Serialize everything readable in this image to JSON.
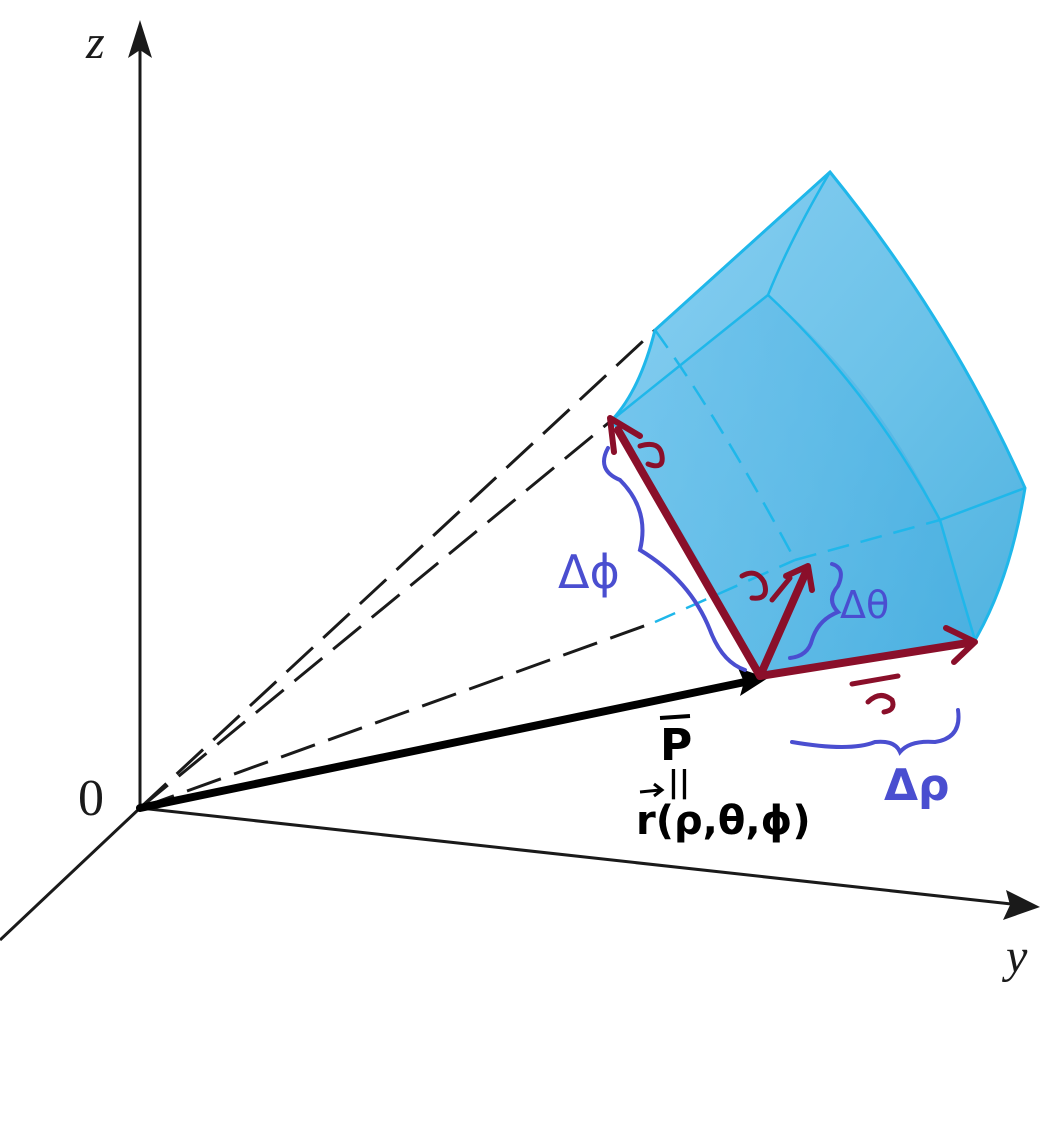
{
  "axes": {
    "z_label": "z",
    "y_label": "y",
    "origin_label": "0"
  },
  "annotations": {
    "position_vector": "P",
    "equals_sign": "||",
    "r_expression": "r(ρ,θ,ϕ)",
    "delta_phi": "Δϕ",
    "delta_theta": "Δθ",
    "delta_rho": "Δρ"
  },
  "colors": {
    "axis": "#1a1a1a",
    "solid_fill": "#4ab3e2",
    "solid_edge": "#1fb7ea",
    "vector_red": "#8a0f2a",
    "ink_blue": "#4a4ed0",
    "ink_black": "#000000"
  }
}
